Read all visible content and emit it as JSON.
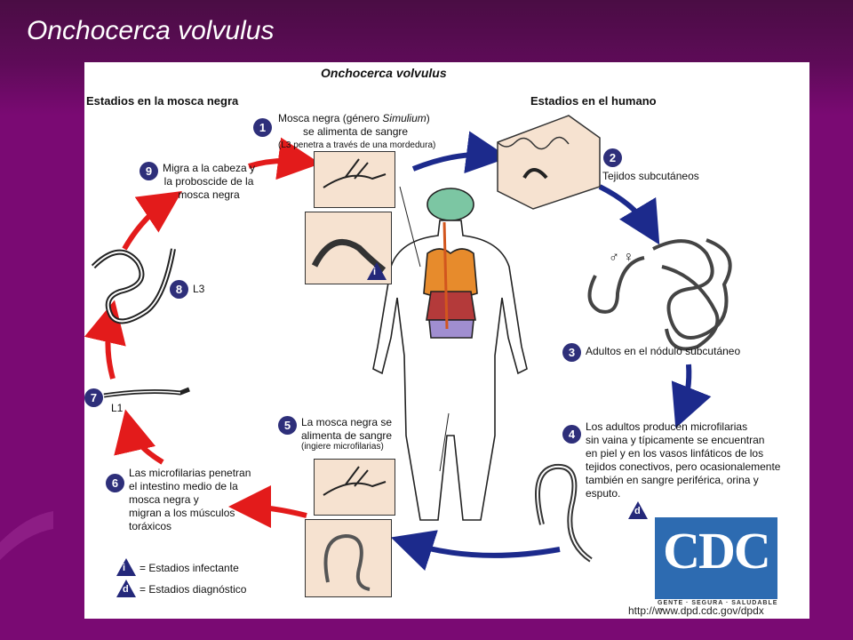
{
  "slide": {
    "title": "Onchocerca volvulus"
  },
  "diagram": {
    "title": "Onchocerca volvulus",
    "left_heading": "Estadios en la mosca negra",
    "right_heading": "Estadios en el humano",
    "steps": {
      "s1": {
        "n": "1",
        "line1": "Mosca negra (género ",
        "italic": "Simulium",
        "line1_end": ")",
        "line2": "se alimenta de sangre",
        "note": "(L3 penetra a través de una mordedura)"
      },
      "s2": {
        "n": "2",
        "text": "Tejidos subcutáneos"
      },
      "s3": {
        "n": "3",
        "text": "Adultos en el nódulo subcutáneo"
      },
      "s4": {
        "n": "4",
        "lines": [
          "Los adultos producen microfilarias",
          "sin vaina y típicamente se encuentran",
          "en piel y en los vasos linfáticos de los",
          "tejidos conectivos, pero ocasionalemente",
          "también en sangre periférica, orina y",
          "esputo."
        ]
      },
      "s5": {
        "n": "5",
        "lines": [
          "La mosca negra se",
          "alimenta de sangre"
        ],
        "note": "(ingiere microfilarias)"
      },
      "s6": {
        "n": "6",
        "lines": [
          "Las microfilarias penetran",
          "el intestino medio de la",
          "mosca negra y",
          "migran a los músculos",
          "toráxicos"
        ]
      },
      "s7": {
        "n": "7",
        "text": "L1"
      },
      "s8": {
        "n": "8",
        "text": "L3"
      },
      "s9": {
        "n": "9",
        "lines": [
          "Migra a la cabeza y",
          "la proboscide de la",
          "mosca negra"
        ]
      }
    },
    "sex_symbols": "♂ ♀",
    "legend": {
      "infective_letter": "i",
      "infective_text": "= Estadios infectante",
      "diagnostic_letter": "d",
      "diagnostic_text": "= Estadios diagnóstico"
    },
    "cdc": {
      "logo": "CDC",
      "tagline": "GENTE · SEGURA · SALUDABLE ™",
      "url": "http://www.dpd.cdc.gov/dpdx"
    },
    "colors": {
      "blue_arrow": "#1c2a8c",
      "red_arrow": "#e31b1b",
      "badge": "#2e2f7a",
      "background": "#7a0a73"
    }
  }
}
